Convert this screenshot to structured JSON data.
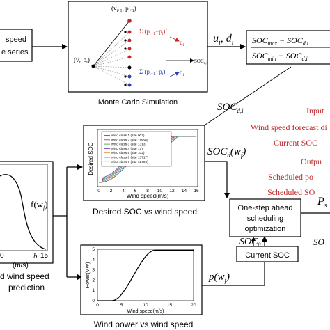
{
  "left_box": {
    "line1": "speed",
    "line2": "e series"
  },
  "monte_carlo": {
    "caption": "Monte Carlo Simulation",
    "top_point_label": "(v",
    "top_point_sub": "i+1",
    "top_point_rest": ", p",
    "top_point_sub2": "i+1",
    "origin_label": "(v",
    "origin_sub": "i",
    "origin_rest": ", p",
    "origin_sub2": "i",
    "sum_top": "Σ (p",
    "sum_top_sub": "i+1",
    "sum_top_rest": "−p",
    "sum_top_sub2": "i",
    "sum_top_tail": ")",
    "sum_top_sup": "+",
    "u_label": "u",
    "u_sub": "i",
    "soc_label": "SOC",
    "soc_sub": "d,i",
    "sum_bot": "Σ (p",
    "sum_bot_sub": "i+1",
    "sum_bot_rest": "−p",
    "sum_bot_sub2": "i",
    "sum_bot_tail": ")",
    "sum_bot_sup": "−",
    "d_label": "d",
    "d_sub": "i"
  },
  "formula": {
    "ud_label": "u",
    "ud_sub1": "i",
    "ud_comma": ", d",
    "ud_sub2": "i",
    "numerator": "SOC",
    "numerator_sub": "max",
    "numerator_rest": " − SOC",
    "numerator_sub2": "d,i",
    "denominator": "SOC",
    "denominator_sub": "min",
    "denominator_rest": " − SOC",
    "denominator_sub2": "d,i"
  },
  "soc_di_label": {
    "main": "SOC",
    "sub": "d,i"
  },
  "soc_curve": {
    "caption": "Desired SOC vs wind speed",
    "ylabel": "Desired SOC",
    "xlabel": "Wind speed(m/s)",
    "xticks": [
      "0",
      "2",
      "4",
      "6",
      "8",
      "10",
      "12",
      "14",
      "16"
    ],
    "legend": [
      "wind class 1 (site 902)",
      "wind class 2 (site 11958)",
      "wind class 3 (site 1313)",
      "wind class 4 (site 17)",
      "wind class 5 (site 102)",
      "wind class 6 (site 13717)",
      "wind class 7 (site 12796)"
    ],
    "func_label": "SOC",
    "func_sub": "d",
    "func_arg": "(w",
    "func_arg_sub": "f",
    "func_close": ")"
  },
  "power_curve": {
    "caption": "Wind power vs wind speed",
    "ylabel": "Power(MW)",
    "xlabel": "Wind speed(m/s)",
    "xticks": [
      "0",
      "5",
      "10",
      "15",
      "20"
    ],
    "yticks": [
      "0",
      "1",
      "2",
      "3",
      "4",
      "5"
    ],
    "func_label": "p(w",
    "func_sub": "f",
    "func_close": ")"
  },
  "prediction": {
    "x0": "0",
    "b_label": "b",
    "x15": "15",
    "xlabel": "(m/s)",
    "title1": "d wind speed",
    "title2": "prediction",
    "func_label": "f(w",
    "func_sub": "f",
    "func_close": ")"
  },
  "right_text": {
    "line1": "Input",
    "line2": "Wind speed forecast di",
    "line3": "Current SOC",
    "line4": "Outpu",
    "line5": "Scheduled po",
    "line6": "Scheduled SO"
  },
  "optimizer": {
    "line1": "One-step ahead",
    "line2": "scheduling",
    "line3": "optimization"
  },
  "current_soc_box": "Current SOC",
  "soc0": {
    "main": "SOC",
    "sub": "0"
  },
  "ps": {
    "main": "P",
    "sub": "s"
  },
  "so_right": "SO"
}
